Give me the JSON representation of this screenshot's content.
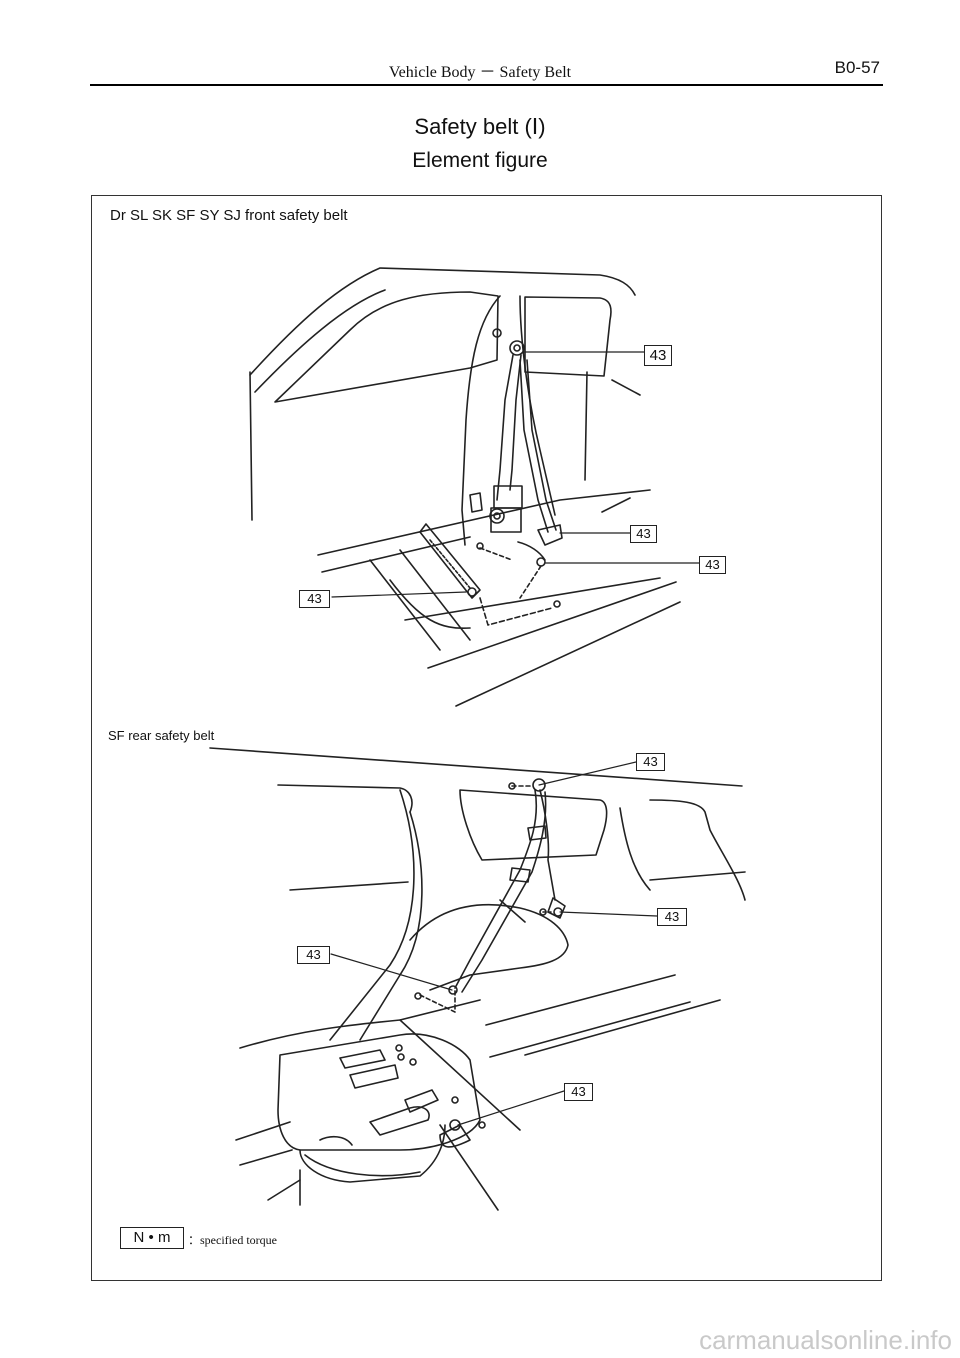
{
  "header": {
    "title": "Vehicle Body － Safety Belt",
    "page_number": "B0-57"
  },
  "document": {
    "title": "Safety belt (Ⅰ)",
    "subtitle": "Element figure"
  },
  "front_section": {
    "label": "Dr SL SK SF SY SJ  front safety belt",
    "callouts": [
      "43",
      "43",
      "43",
      "43"
    ]
  },
  "rear_section": {
    "label": "SF  rear safety belt",
    "callouts": [
      "43",
      "43",
      "43",
      "43"
    ]
  },
  "legend": {
    "unit": "N • m",
    "text": "：specified torque"
  },
  "footer": {
    "watermark": "carmanualsonline.info"
  }
}
